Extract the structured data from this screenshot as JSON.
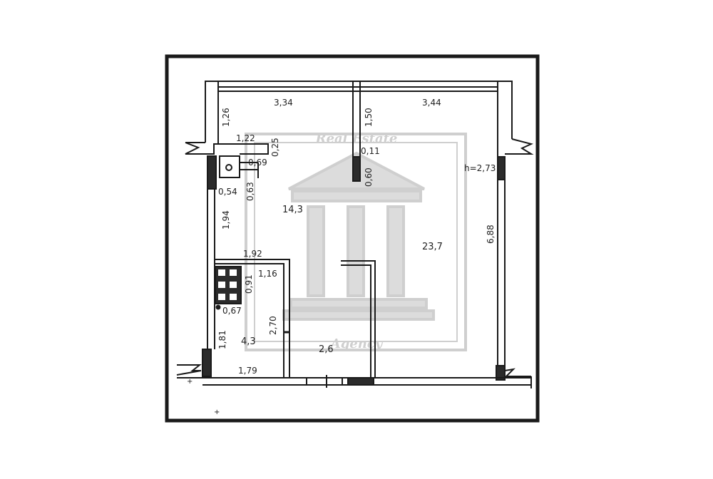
{
  "colors": {
    "ink": "#1a1a1a",
    "watermark": "#cfcfcf",
    "wall_fill": "#2b2b2b"
  },
  "watermark": {
    "top": "Real Estate",
    "bottom": "Agency"
  },
  "dimensions": {
    "top_left_width": "3,34",
    "top_right_width": "3,44",
    "left_upper_depth": "1,26",
    "mid_partition_depth": "1,50",
    "hall_width": "1,22",
    "niche_depth": "0,25",
    "partition_gap": "0,11",
    "partition_len": "0,60",
    "height": "h=2,73",
    "shaft_width": "0,69",
    "shaft_left": "0,54",
    "shaft_depth": "0,63",
    "hall_depth": "1,94",
    "right_depth": "6,88",
    "kitchen_width": "1,92",
    "kitchen_inner": "1,16",
    "stove_depth": "0,91",
    "sink_width": "0,67",
    "kitchen_depth": "2,70",
    "kitchen_left_depth": "1,81",
    "kitchen_bottom_width": "1,79"
  },
  "areas": {
    "hall": "14,3",
    "room": "23,7",
    "kitchen": "4,3",
    "loggia": "2,6"
  }
}
